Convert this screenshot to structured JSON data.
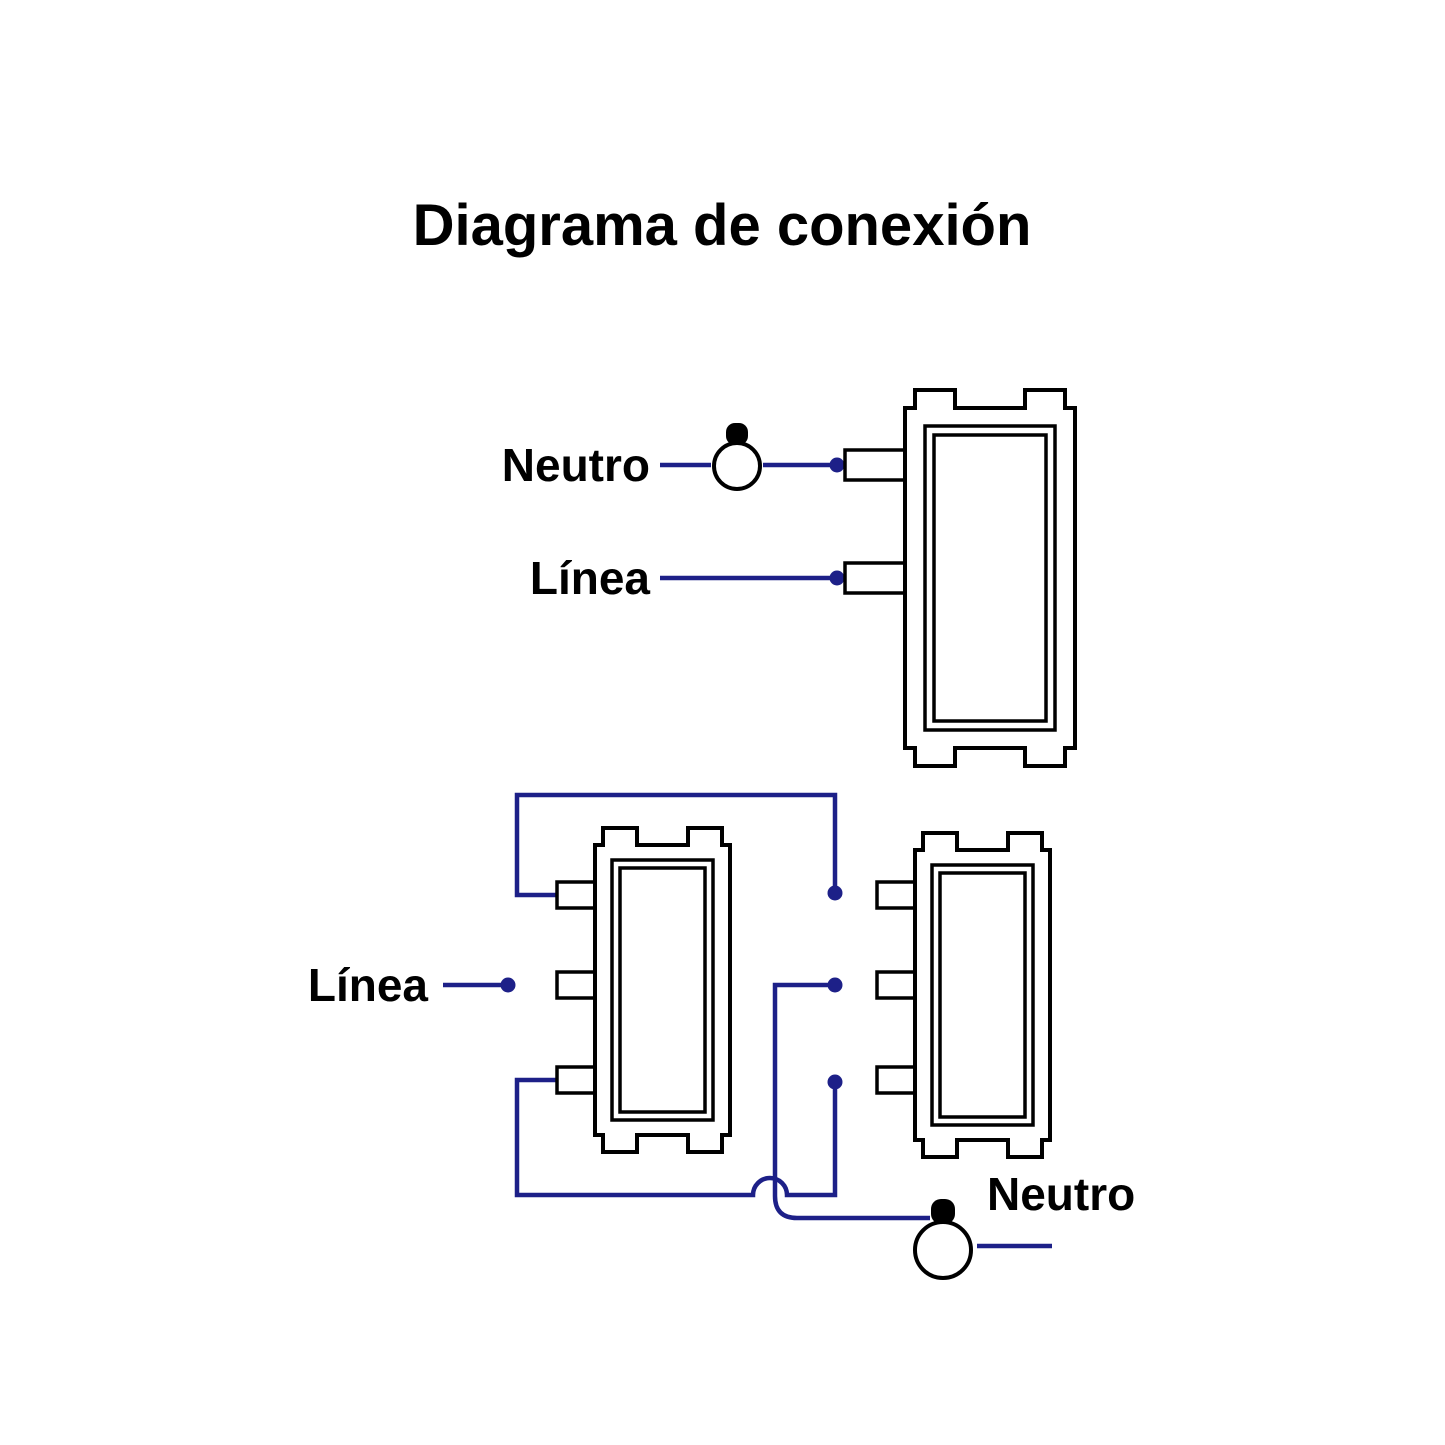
{
  "title": "Diagrama de conexión",
  "labels": {
    "top_neutro": "Neutro",
    "top_linea": "Línea",
    "bottom_linea": "Línea",
    "bottom_neutro": "Neutro"
  },
  "colors": {
    "wire": "#1d2088",
    "line": "#000000",
    "background": "#ffffff"
  }
}
